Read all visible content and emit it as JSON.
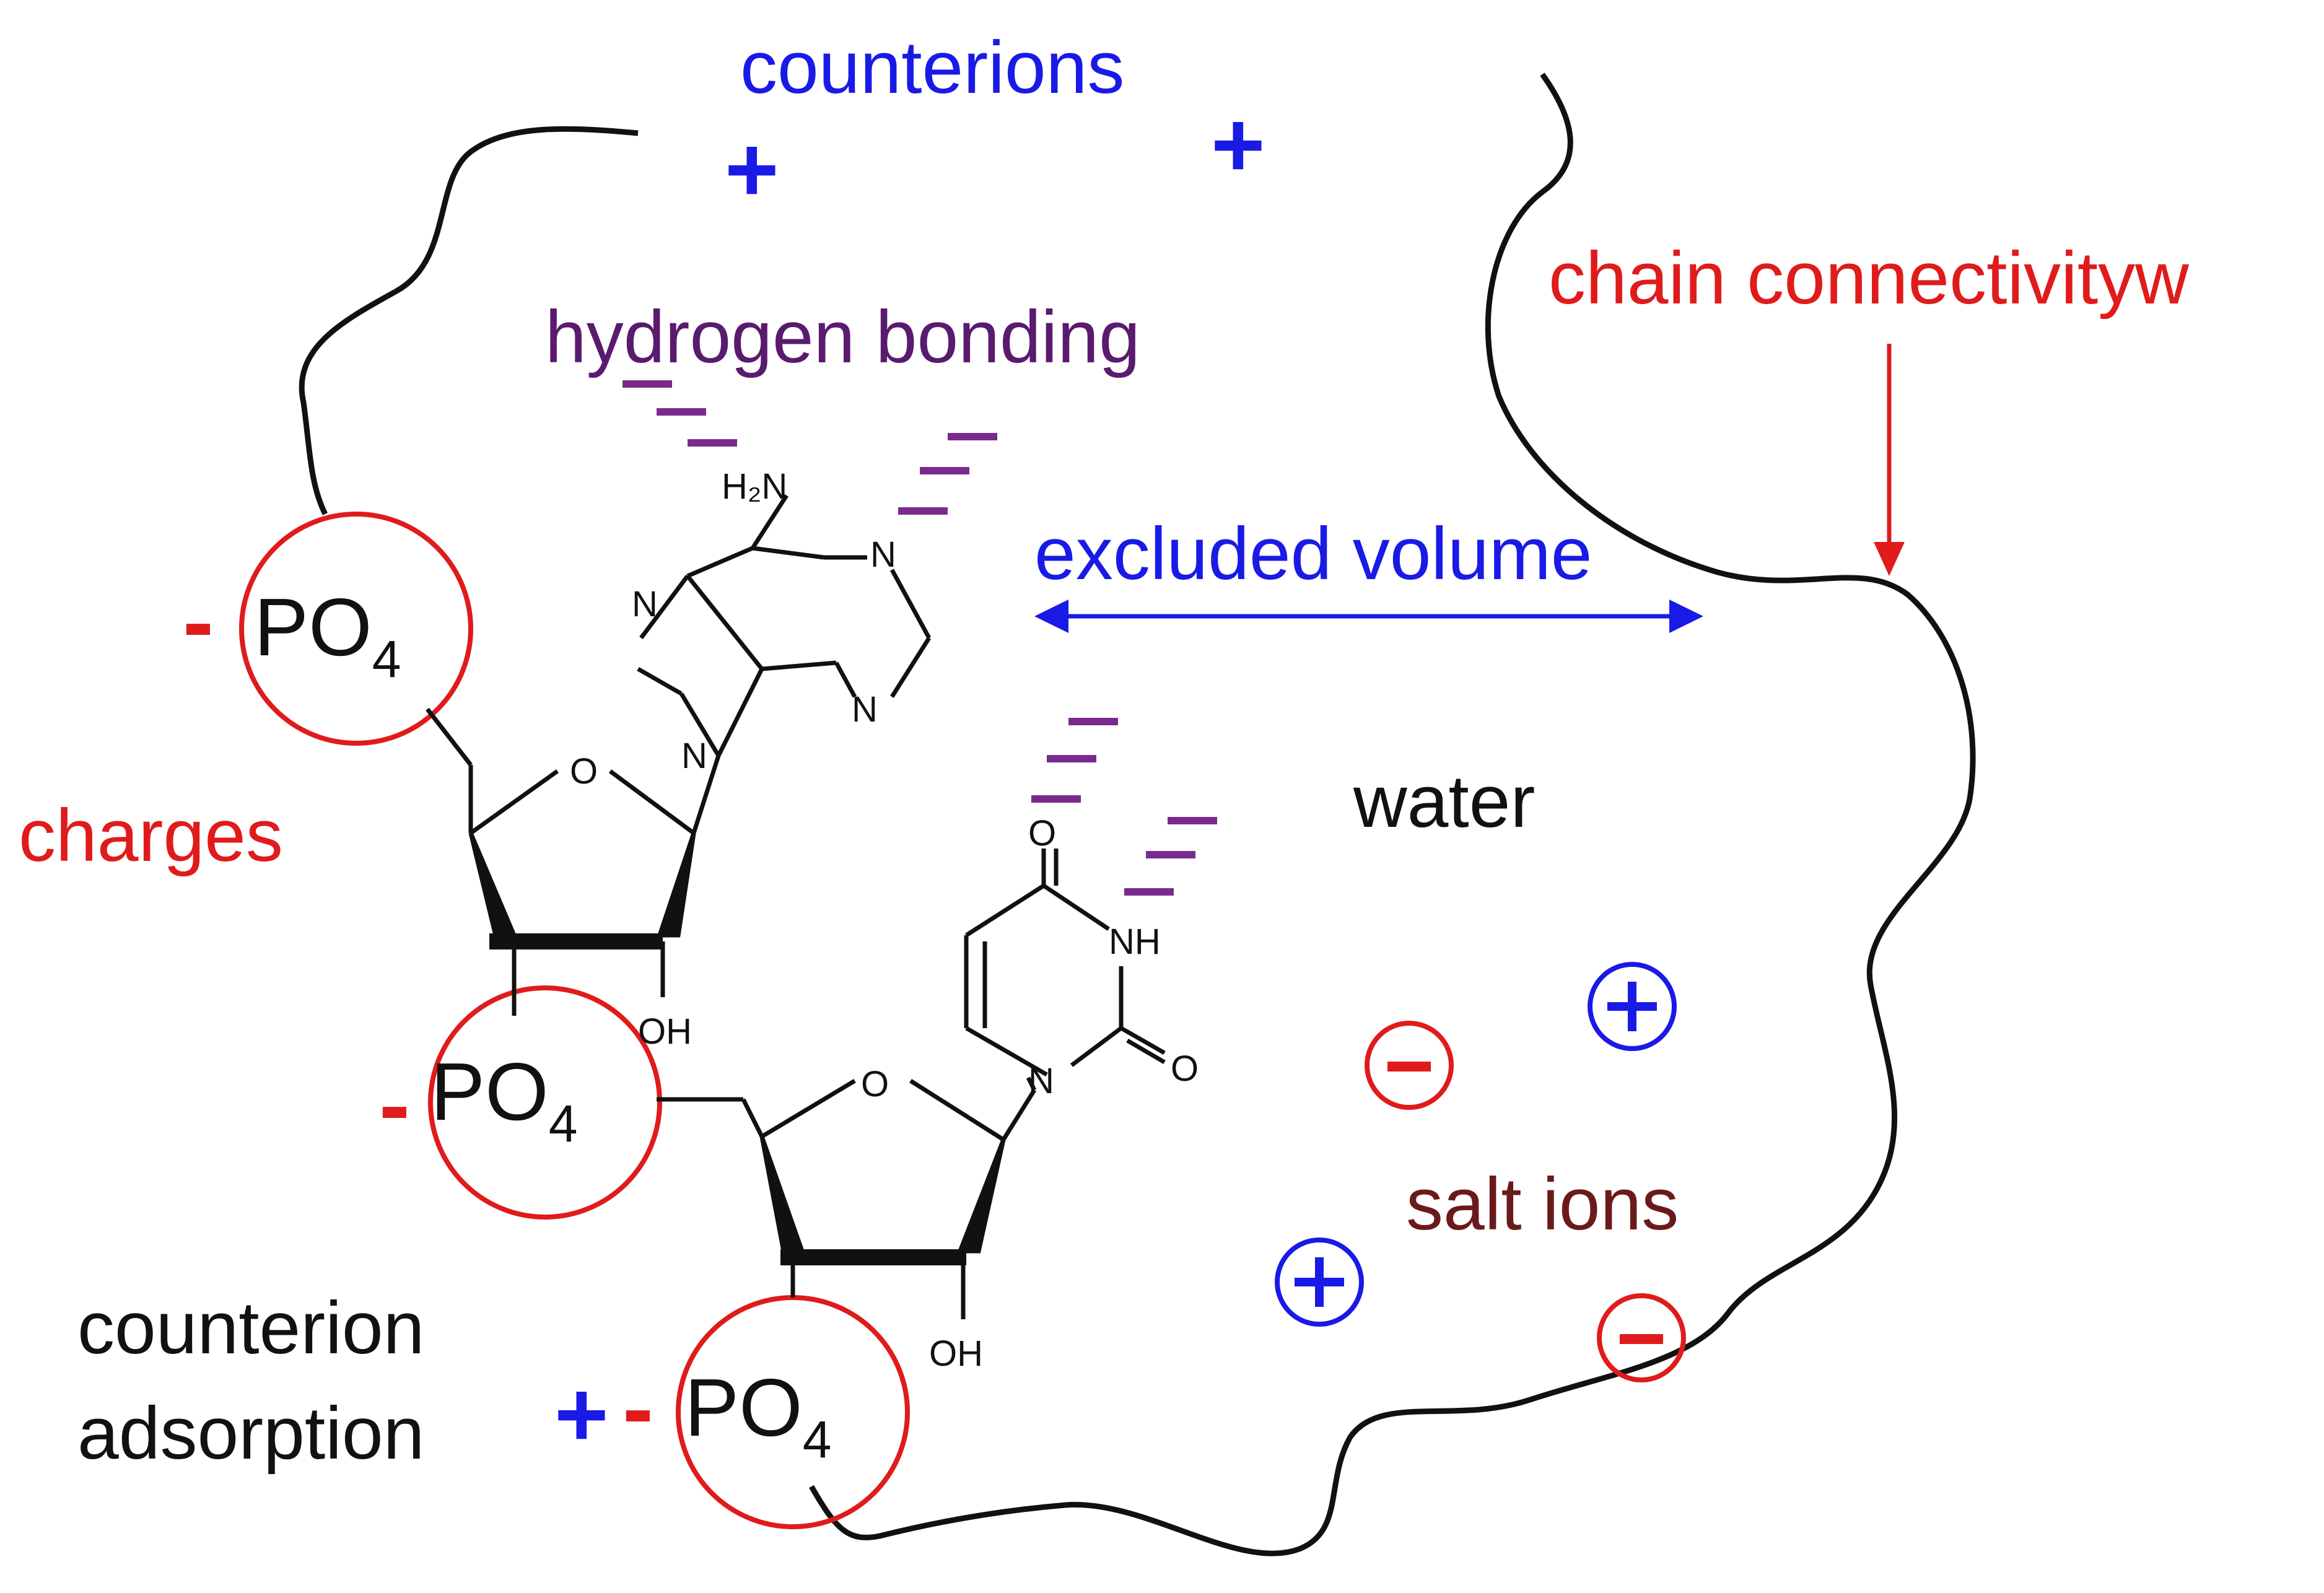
{
  "labels": {
    "counterions": "counterions",
    "hydrogen_bonding": "hydrogen bonding",
    "chain_connectivity": "chain connectivityw",
    "excluded_volume": "excluded volume",
    "water": "water",
    "charges": "charges",
    "salt_ions": "salt ions",
    "counterion_line1": "counterion",
    "counterion_line2": "adsorption"
  },
  "chem": {
    "phosphate": "PO",
    "phosphate_sub": "4",
    "amine": "H₂N",
    "n": "N",
    "o": "O",
    "oh": "OH",
    "nh": "NH"
  },
  "signs": {
    "plus": "+",
    "minus": "-"
  },
  "colors": {
    "blue": "#1a1ae6",
    "red": "#e01b1b",
    "purple": "#5a1a6e",
    "hbond": "#7a2a8c",
    "maroon": "#6b1a1a",
    "black": "#111111"
  }
}
